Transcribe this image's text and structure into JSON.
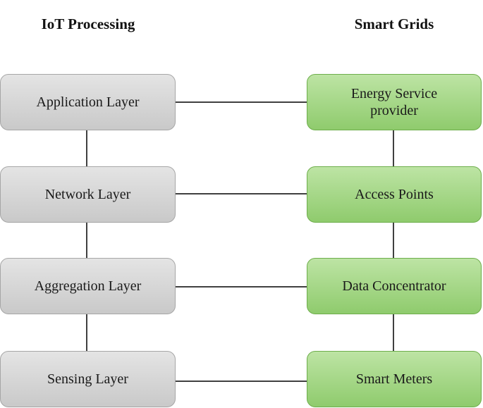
{
  "headings": {
    "left": "IoT Processing",
    "right": "Smart Grids"
  },
  "iot_layers": [
    "Application Layer",
    "Network Layer",
    "Aggregation Layer",
    "Sensing Layer"
  ],
  "smart_grid_components": [
    "Energy Service\nprovider",
    "Access Points",
    "Data Concentrator",
    "Smart Meters"
  ],
  "colors": {
    "iot_box": "#d6d6d6",
    "grid_box": "#a6d88a",
    "grid_border": "#6eae4c",
    "connector": "#000000"
  }
}
